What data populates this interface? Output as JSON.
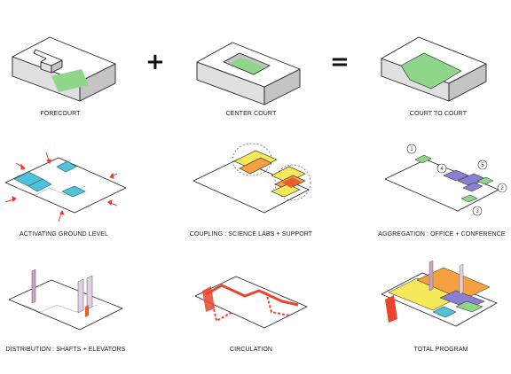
{
  "operators": {
    "plus": "+",
    "equals": "="
  },
  "captions": {
    "forecourt": "FORECOURT",
    "center_court": "CENTER COURT",
    "court_to_court": "COURT TO COURT",
    "activating": "ACTIVATING GROUND LEVEL",
    "coupling": "COUPLING : SCIENCE LABS + SUPPORT",
    "aggregation": "AGGREGATION : OFFICE + CONFERENCE",
    "distribution": "DISTRIBUTION : SHAFTS + ELEVATORS",
    "circulation": "CIRCULATION",
    "total": "TOTAL PROGRAM"
  },
  "aggregation_markers": [
    "1",
    "2",
    "3",
    "4",
    "5"
  ],
  "colors": {
    "court_green": "#8fd68a",
    "ground_blue": "#4fc3d9",
    "arrow_red": "#e53935",
    "lab_yellow": "#f5e85a",
    "support_orange": "#f5a142",
    "circulation_red": "#e8452c",
    "office_purple": "#8b7fd1",
    "conference_green": "#8fd68a",
    "shaft_pink": "#c9a3c9"
  }
}
